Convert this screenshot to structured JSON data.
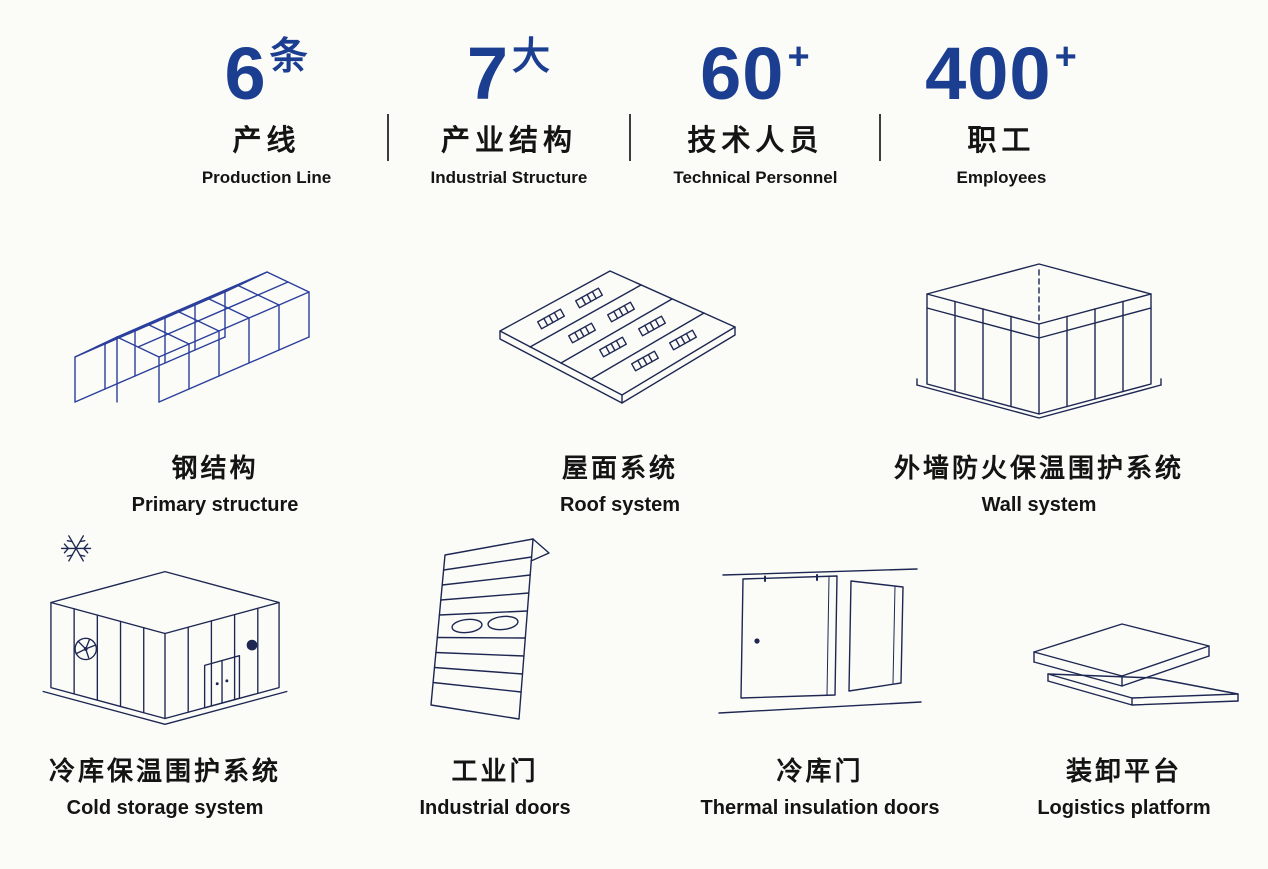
{
  "stats": [
    {
      "number": "6",
      "unit": "条",
      "zh": "产线",
      "en": "Production Line"
    },
    {
      "number": "7",
      "unit": "大",
      "zh": "产业结构",
      "en": "Industrial Structure"
    },
    {
      "number": "60",
      "unit": "+",
      "zh": "技术人员",
      "en": "Technical Personnel"
    },
    {
      "number": "400",
      "unit": "+",
      "zh": "职工",
      "en": "Employees"
    }
  ],
  "products_row1": [
    {
      "zh": "钢结构",
      "en": "Primary structure",
      "icon": "steel-structure-icon"
    },
    {
      "zh": "屋面系统",
      "en": "Roof system",
      "icon": "roof-system-icon"
    },
    {
      "zh": "外墙防火保温围护系统",
      "en": "Wall system",
      "icon": "wall-system-icon"
    }
  ],
  "products_row2": [
    {
      "zh": "冷库保温围护系统",
      "en": "Cold storage system",
      "icon": "cold-storage-icon"
    },
    {
      "zh": "工业门",
      "en": "Industrial doors",
      "icon": "industrial-door-icon"
    },
    {
      "zh": "冷库门",
      "en": "Thermal insulation doors",
      "icon": "insulation-door-icon"
    },
    {
      "zh": "装卸平台",
      "en": "Logistics platform",
      "icon": "loading-platform-icon"
    }
  ],
  "colors": {
    "accent_blue": "#1b3e91",
    "steel_blue": "#2b3f9c",
    "line_navy": "#1d2752",
    "text": "#141414",
    "background": "#fbfbf8"
  }
}
